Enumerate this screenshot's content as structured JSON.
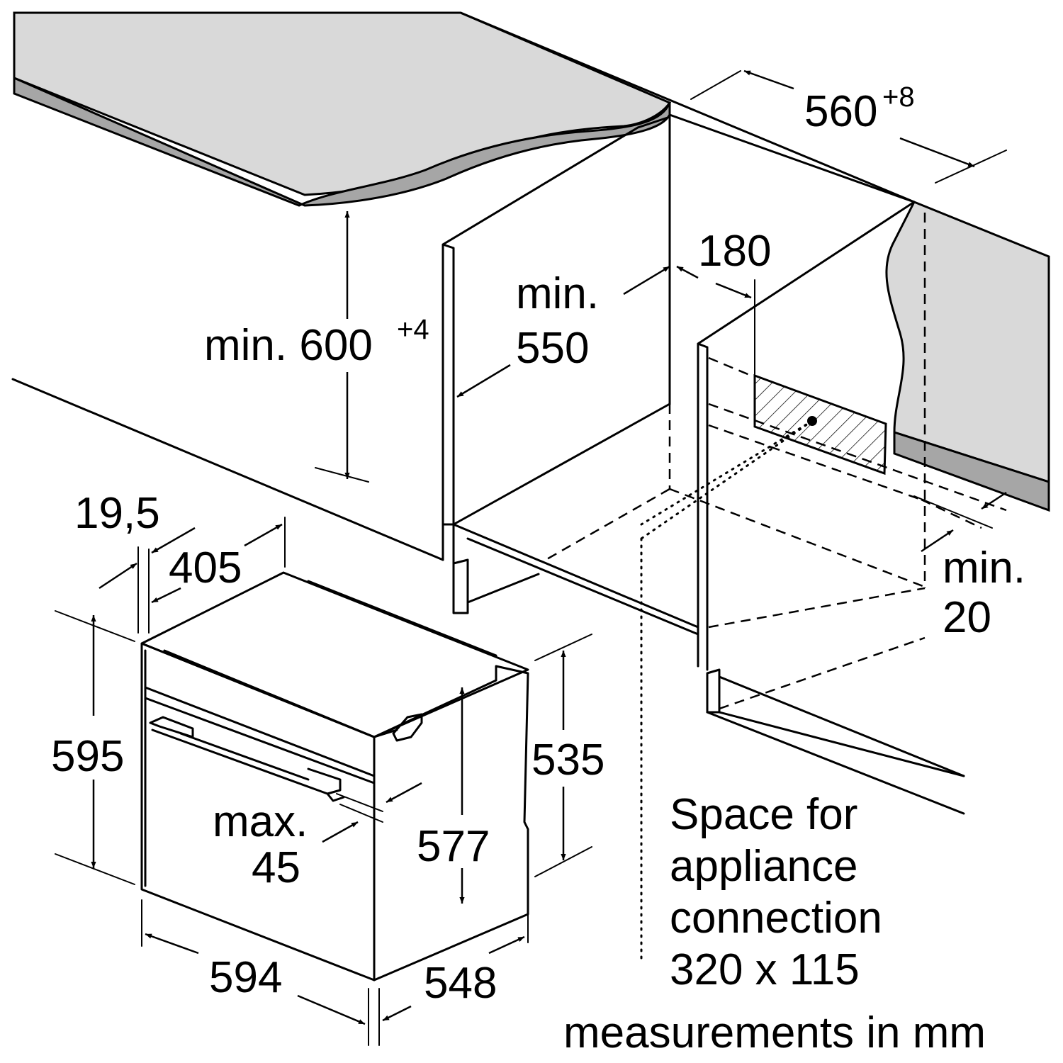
{
  "dimensions": {
    "niche_width": "560",
    "niche_width_tol": "+8",
    "niche_height": "min. 600",
    "niche_height_tol": "+4",
    "depth_min_line1": "min.",
    "depth_min_line2": "550",
    "rear_gap": "180",
    "front_gap_line1": "min.",
    "front_gap_line2": "20",
    "frame_thickness": "19,5",
    "frame_depth": "405",
    "height_total": "595",
    "height_body": "535",
    "height_inner": "577",
    "handle_line1": "max.",
    "handle_line2": "45",
    "width": "594",
    "depth": "548"
  },
  "connection": {
    "line1": "Space for",
    "line2": "appliance",
    "line3": "connection",
    "line4": "320 x 115"
  },
  "units_note": "measurements in mm"
}
